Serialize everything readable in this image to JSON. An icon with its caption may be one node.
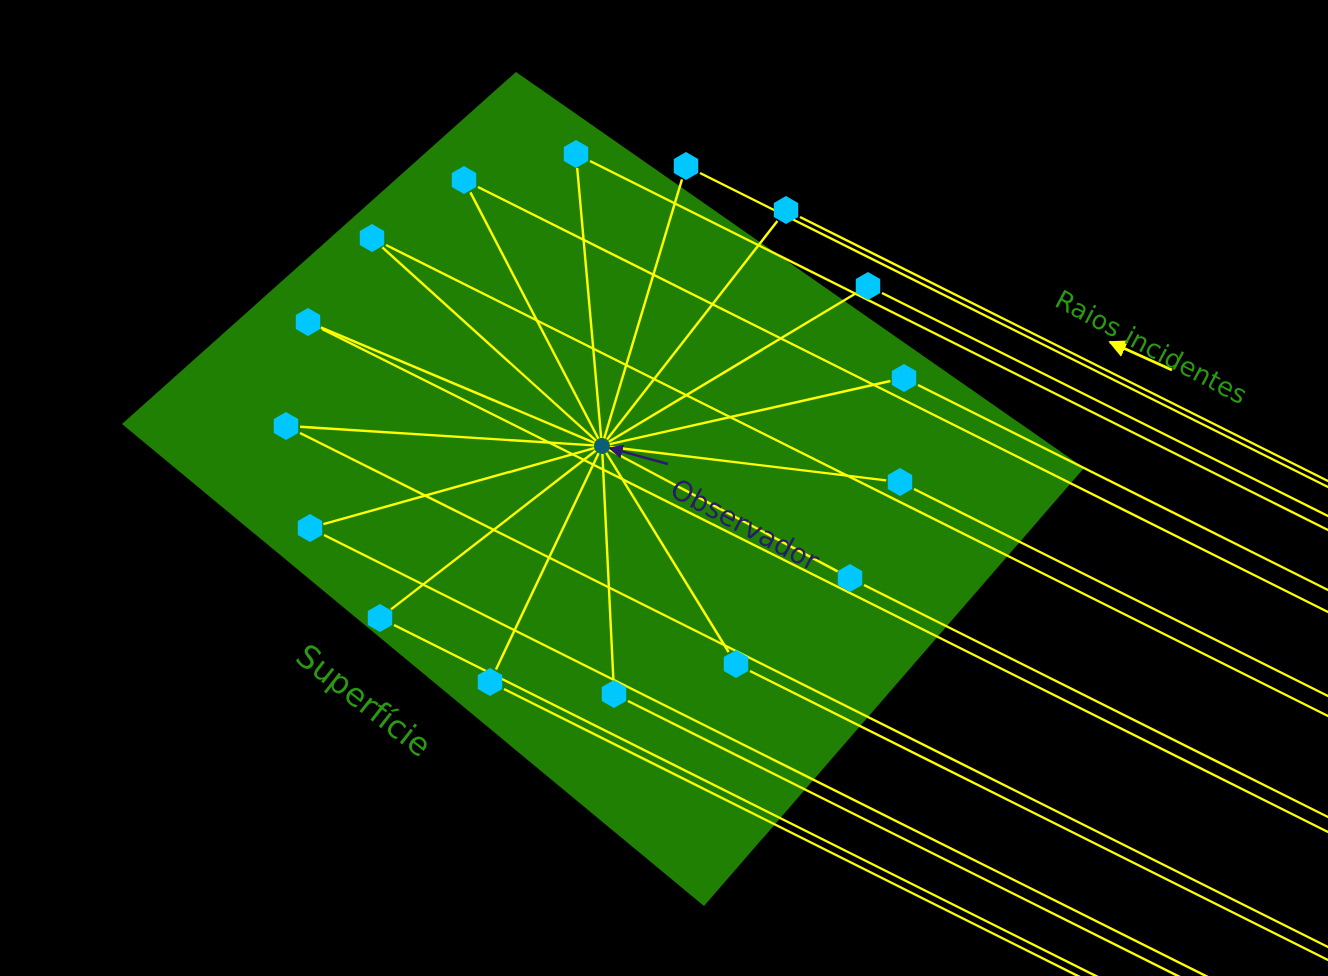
{
  "diagram": {
    "nodes": [
      {
        "text": [
          "Superfície"
        ]
      },
      {
        "text": [],
        "shape": "circle",
        "in": 0
      },
      {
        "text": [],
        "shape": "circle",
        "in": 0
      },
      {
        "text": [],
        "shape": "circle",
        "in": 0
      },
      {
        "text": [],
        "shape": "circle",
        "in": 0
      },
      {
        "text": [],
        "shape": "circle",
        "in": 0
      },
      {
        "text": [],
        "shape": "circle",
        "in": 0
      },
      {
        "text": [],
        "shape": "circle",
        "in": 0
      },
      {
        "text": [],
        "shape": "circle",
        "in": 0
      },
      {
        "text": [],
        "shape": "circle",
        "in": 0
      },
      {
        "text": [],
        "shape": "circle",
        "in": 0
      },
      {
        "text": [],
        "shape": "circle",
        "in": 0
      },
      {
        "text": [],
        "shape": "circle",
        "in": 0
      },
      {
        "text": [],
        "shape": "circle",
        "in": 0
      },
      {
        "text": [],
        "shape": "circle",
        "in": 0
      },
      {
        "text": [],
        "shape": "circle",
        "in": 0
      },
      {
        "text": [],
        "shape": "circle",
        "in": 0
      },
      {
        "text": [],
        "shape": "circle",
        "in": 0
      },
      {
        "text": [
          "Observador"
        ],
        "in": 0
      }
    ],
    "edges": [
      {
        "from": null,
        "to": 1,
        "arrow": "none"
      },
      {
        "from": null,
        "to": 2,
        "arrow": "none"
      },
      {
        "from": null,
        "to": 3,
        "arrow": "none"
      },
      {
        "from": null,
        "to": 4,
        "arrow": "none"
      },
      {
        "from": null,
        "to": 5,
        "arrow": "none"
      },
      {
        "from": null,
        "to": 6,
        "arrow": "none"
      },
      {
        "from": null,
        "to": 7,
        "arrow": "none"
      },
      {
        "from": null,
        "to": 8,
        "arrow": "none"
      },
      {
        "from": null,
        "to": 9,
        "arrow": "none"
      },
      {
        "from": null,
        "to": 10,
        "arrow": "none"
      },
      {
        "from": null,
        "to": 11,
        "arrow": "none"
      },
      {
        "from": null,
        "to": 12,
        "arrow": "none"
      },
      {
        "from": null,
        "to": 13,
        "arrow": "none"
      },
      {
        "from": null,
        "to": 14,
        "arrow": "none"
      },
      {
        "from": null,
        "to": 15,
        "arrow": "none"
      },
      {
        "from": null,
        "to": 16,
        "arrow": "none"
      },
      {
        "from": 1,
        "to": 17,
        "arrow": "none"
      },
      {
        "from": 2,
        "to": 17,
        "arrow": "none"
      },
      {
        "from": 3,
        "to": 17,
        "arrow": "none"
      },
      {
        "from": 4,
        "to": 17,
        "arrow": "none"
      },
      {
        "from": 5,
        "to": 17,
        "arrow": "none"
      },
      {
        "from": 6,
        "to": 17,
        "arrow": "none"
      },
      {
        "from": 7,
        "to": 17,
        "arrow": "none"
      },
      {
        "from": 8,
        "to": 17,
        "arrow": "none"
      },
      {
        "from": 9,
        "to": 17,
        "arrow": "none"
      },
      {
        "from": 10,
        "to": 17,
        "arrow": "none"
      },
      {
        "from": 11,
        "to": 17,
        "arrow": "none"
      },
      {
        "from": 12,
        "to": 17,
        "arrow": "none"
      },
      {
        "from": 13,
        "to": 17,
        "arrow": "none"
      },
      {
        "from": 14,
        "to": 17,
        "arrow": "none"
      },
      {
        "from": 15,
        "to": 17,
        "arrow": "none"
      },
      {
        "from": 16,
        "to": 17,
        "arrow": "none"
      },
      {
        "from": 18,
        "to": 17,
        "arrow": "to",
        "color": "#2a1a6e"
      }
    ],
    "labels": [
      "Raios incidentes"
    ]
  }
}
